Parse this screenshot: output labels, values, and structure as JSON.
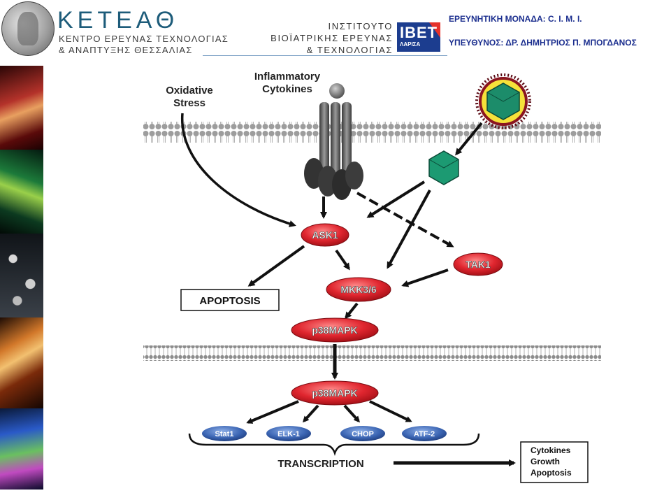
{
  "header": {
    "org_name": "ΚΕΤΕΑΘ",
    "org_sub_1": "ΚΕΝΤΡΟ ΕΡΕΥΝΑΣ ΤΕΧΝΟΛΟΓΙΑΣ",
    "org_sub_2": "& ΑΝΑΠΤΥΞΗΣ ΘΕΣΣΑΛΙΑΣ",
    "institute_1": "ΙΝΣΤΙΤΟΥΤΟ",
    "institute_2": "ΒΙΟΪΑΤΡΙΚΗΣ ΕΡΕΥΝΑΣ",
    "institute_3": "& ΤΕΧΝΟΛΟΓΙΑΣ",
    "ibet_logo": "IBET",
    "ibet_city": "ΛΑΡΙΣΑ",
    "unit_label": "ΕΡΕΥΝΗΤΙΚΗ ΜΟΝΑΔΑ: C. I. M. I.",
    "responsible_label": "ΥΠΕΥΘΥΝΟΣ: ΔΡ. ΔΗΜΗΤΡΙΟΣ Π. ΜΠΟΓΔΑΝΟΣ"
  },
  "diagram": {
    "oxidative_1": "Oxidative",
    "oxidative_2": "Stress",
    "cytokines_1": "Inflammatory",
    "cytokines_2": "Cytokines",
    "ask1": "ASK1",
    "tak1": "TAK1",
    "mkk": "MKK3/6",
    "p38_top": "p38MAPK",
    "p38_bottom": "p38MAPK",
    "apoptosis_box": "APOPTOSIS",
    "stat1": "Stat1",
    "elk1": "ELK-1",
    "chop": "CHOP",
    "atf2": "ATF-2",
    "transcription": "TRANSCRIPTION",
    "out_1": "Cytokines",
    "out_2": "Growth",
    "out_3": "Apoptosis"
  },
  "colors": {
    "brand_blue": "#1d5c7a",
    "header_text": "#1c2f8f",
    "node_red": "#e0262f",
    "tf_blue": "#3c66b4",
    "virus_green": "#1c8c6a"
  }
}
